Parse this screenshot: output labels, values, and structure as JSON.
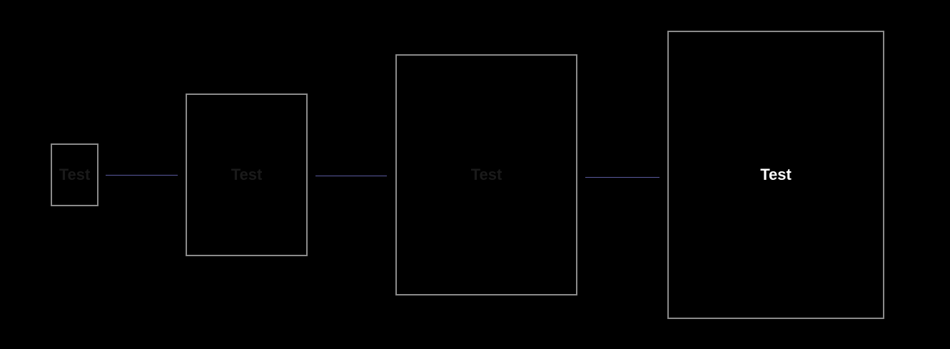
{
  "cards": [
    {
      "label": "Test",
      "label_color": "#1a1a1a",
      "state": "inactive"
    },
    {
      "label": "Test",
      "label_color": "#1a1a1a",
      "state": "inactive"
    },
    {
      "label": "Test",
      "label_color": "#1a1a1a",
      "state": "inactive"
    },
    {
      "label": "Test",
      "label_color": "#ffffff",
      "state": "active"
    }
  ],
  "colors": {
    "background": "#000000",
    "card_border": "#8a8a8a",
    "connector": "#5a5a9e",
    "inactive_text": "#1a1a1a",
    "active_text": "#ffffff"
  }
}
